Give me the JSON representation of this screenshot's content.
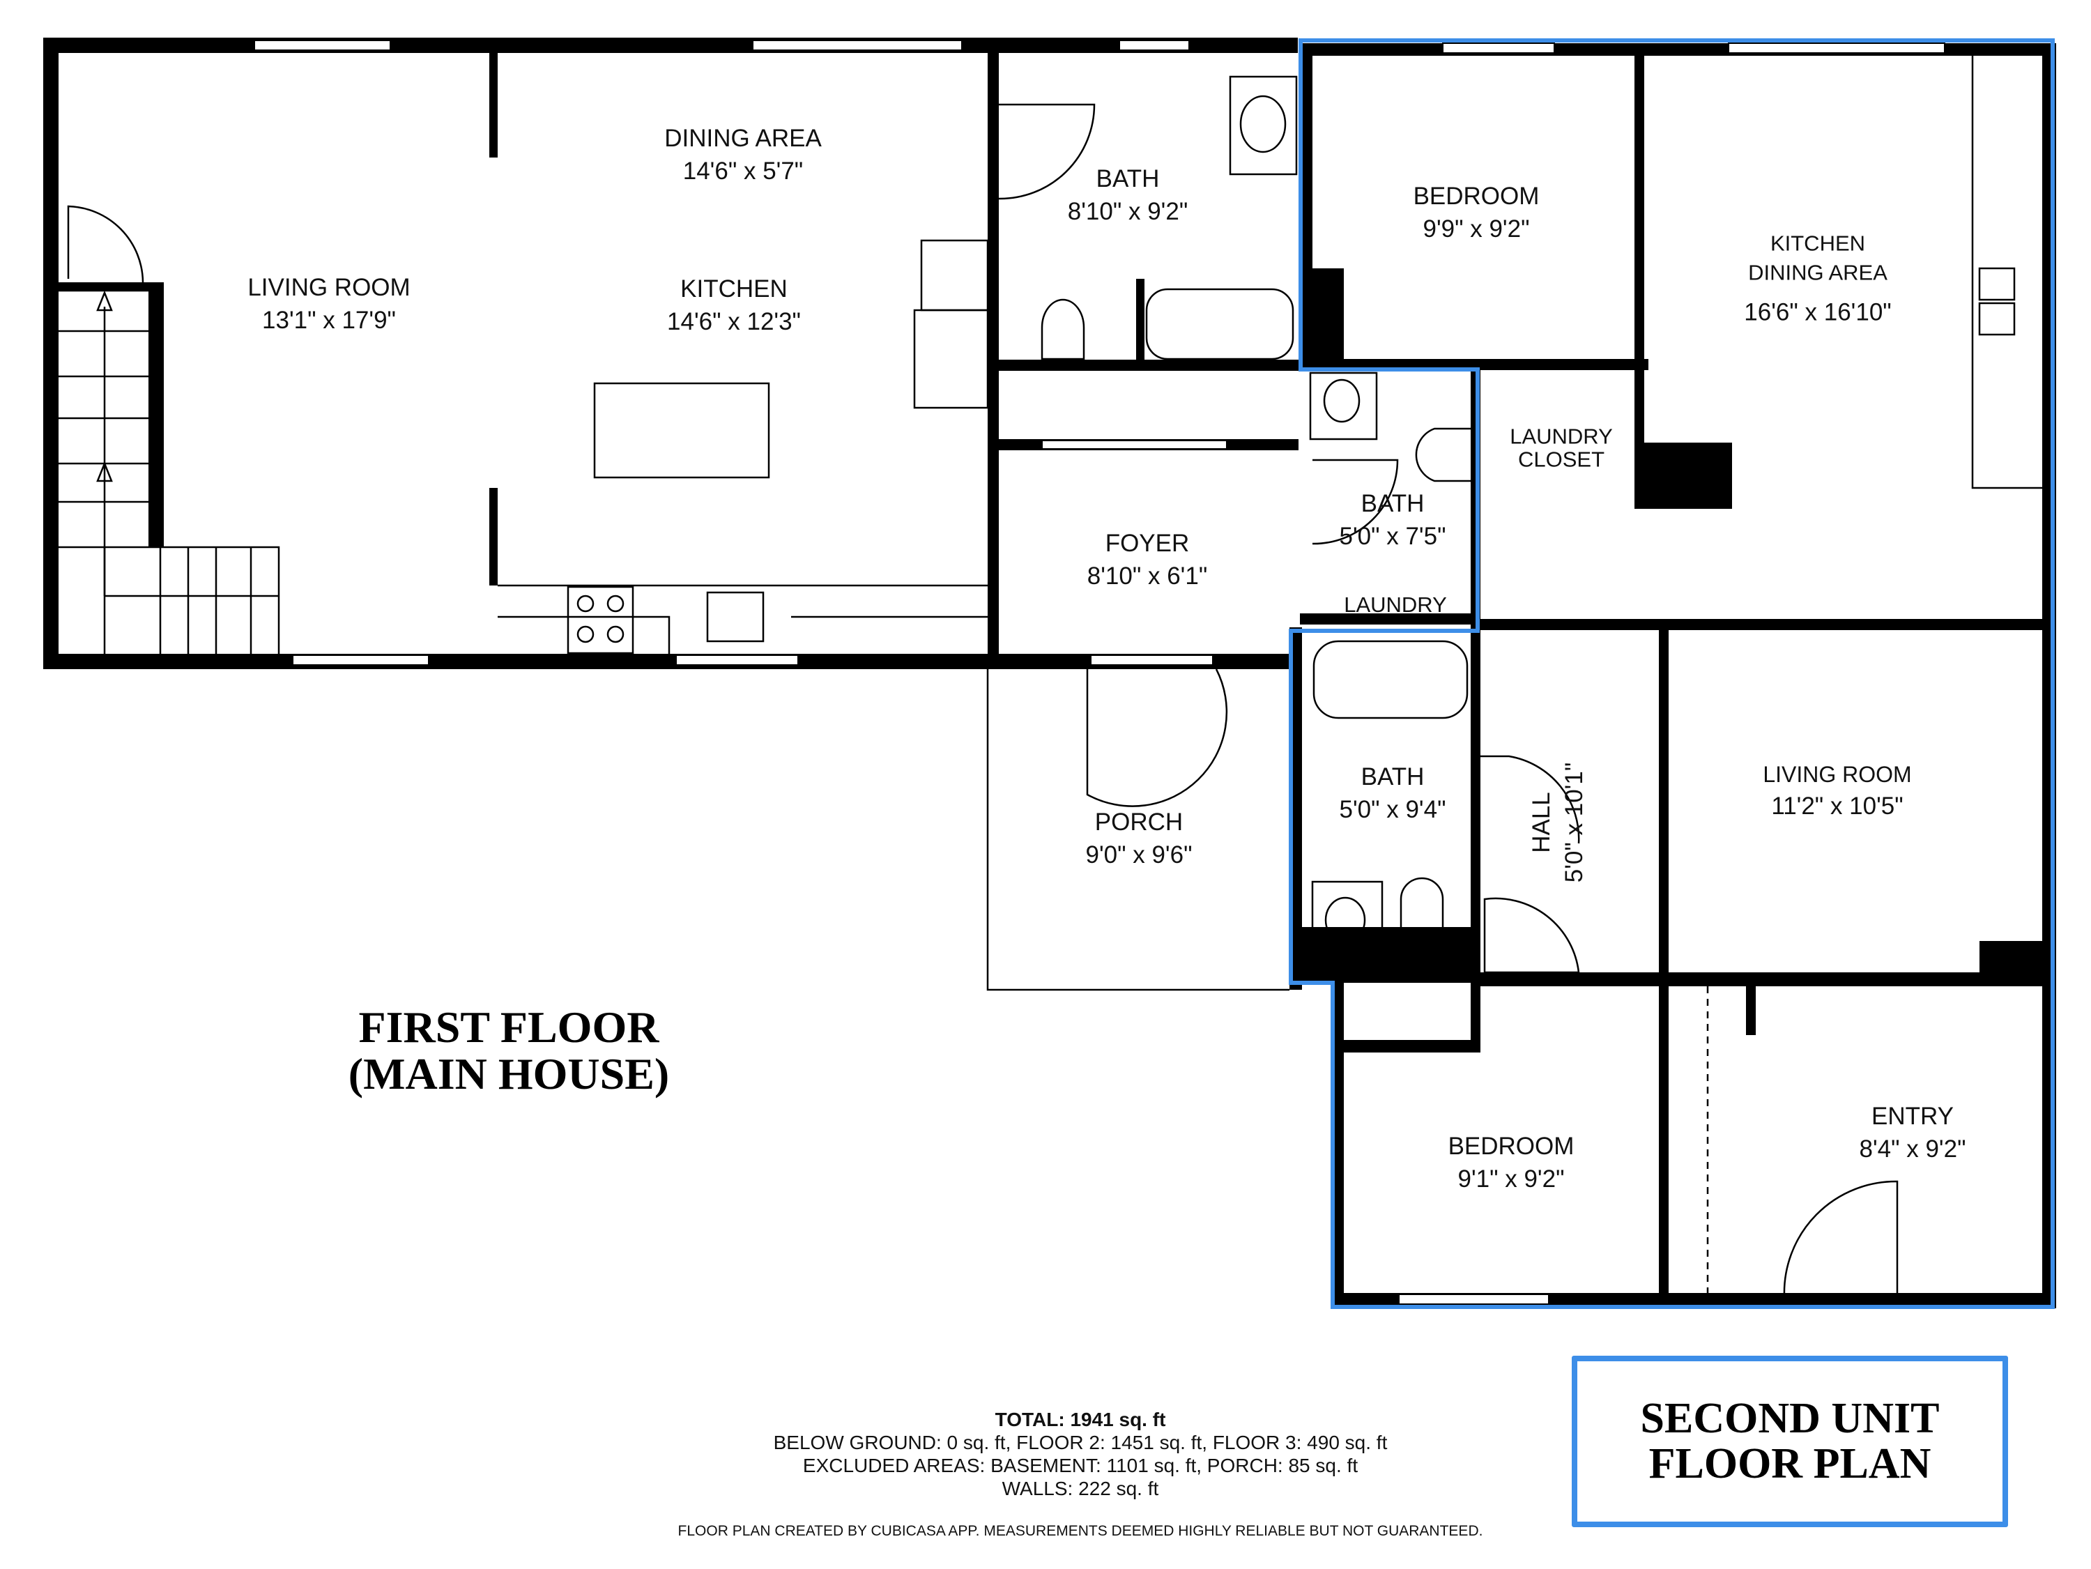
{
  "plan_titles": {
    "first_floor_line1": "FIRST FLOOR",
    "first_floor_line2": "(MAIN HOUSE)",
    "second_unit_line1": "SECOND UNIT",
    "second_unit_line2": "FLOOR PLAN"
  },
  "colors": {
    "wall": "#000000",
    "second_unit_outline": "#3d8ee8",
    "background": "#ffffff"
  },
  "main_house_rooms": [
    {
      "name": "LIVING ROOM",
      "dims": "13'1\" x 17'9\""
    },
    {
      "name": "DINING AREA",
      "dims": "14'6\" x 5'7\""
    },
    {
      "name": "KITCHEN",
      "dims": "14'6\" x 12'3\""
    },
    {
      "name": "BATH",
      "dims": "8'10\" x 9'2\""
    },
    {
      "name": "FOYER",
      "dims": "8'10\" x 6'1\""
    },
    {
      "name": "PORCH",
      "dims": "9'0\" x 9'6\""
    }
  ],
  "second_unit_rooms": [
    {
      "name": "BEDROOM",
      "dims": "9'9\" x 9'2\""
    },
    {
      "name": "KITCHEN",
      "name2": "DINING AREA",
      "dims": "16'6\" x 16'10\""
    },
    {
      "name": "LAUNDRY",
      "name2": "CLOSET"
    },
    {
      "name": "BATH",
      "dims": "5'0\" x 7'5\""
    },
    {
      "name": "LAUNDRY"
    },
    {
      "name": "BATH",
      "dims": "5'0\" x 9'4\""
    },
    {
      "name": "HALL",
      "dims": "5'0\" x 10'1\""
    },
    {
      "name": "LIVING ROOM",
      "dims": "11'2\" x 10'5\""
    },
    {
      "name": "BEDROOM",
      "dims": "9'1\" x 9'2\""
    },
    {
      "name": "ENTRY",
      "dims": "8'4\" x 9'2\""
    }
  ],
  "stats": {
    "total": "TOTAL: 1941 sq. ft",
    "line1": "BELOW GROUND: 0 sq. ft, FLOOR 2: 1451 sq. ft, FLOOR 3: 490 sq. ft",
    "line2": "EXCLUDED AREAS: BASEMENT: 1101 sq. ft, PORCH: 85 sq. ft",
    "line3": "WALLS: 222 sq. ft"
  },
  "disclaimer": "FLOOR PLAN CREATED BY CUBICASA APP. MEASUREMENTS DEEMED HIGHLY RELIABLE BUT NOT GUARANTEED."
}
